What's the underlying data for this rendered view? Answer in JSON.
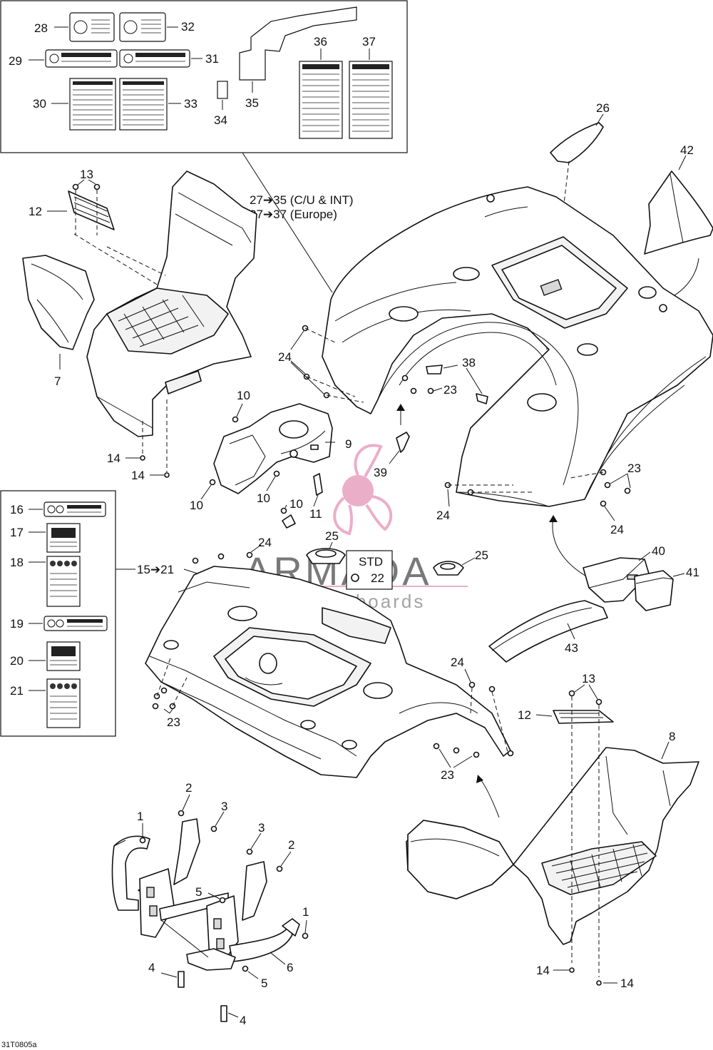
{
  "diagram": {
    "figure_code": "31T0805a",
    "watermark": {
      "brand": "ARMADA",
      "tagline": "marine outboards"
    },
    "notes": {
      "range_cu_int": "27➔35 (C/U & INT)",
      "range_europe": "27➔37 (Europe)",
      "decal_range": "15➔21",
      "std_box": "STD"
    },
    "callouts": {
      "c1a": "1",
      "c1b": "1",
      "c2a": "2",
      "c2b": "2",
      "c3a": "3",
      "c3b": "3",
      "c4a": "4",
      "c4b": "4",
      "c5a": "5",
      "c5b": "5",
      "c6": "6",
      "c7": "7",
      "c8": "8",
      "c9": "9",
      "c10a": "10",
      "c10b": "10",
      "c10c": "10",
      "c10d": "10",
      "c11": "11",
      "c12a": "12",
      "c12b": "12",
      "c13a": "13",
      "c13b": "13",
      "c14a": "14",
      "c14b": "14",
      "c14c": "14",
      "c14d": "14",
      "c16": "16",
      "c17": "17",
      "c18": "18",
      "c19": "19",
      "c20": "20",
      "c21": "21",
      "c22": "22",
      "c23a": "23",
      "c23b": "23",
      "c23c": "23",
      "c23d": "23",
      "c24a": "24",
      "c24b": "24",
      "c24c": "24",
      "c24d": "24",
      "c24e": "24",
      "c25a": "25",
      "c25b": "25",
      "c26": "26",
      "c28": "28",
      "c29": "29",
      "c30": "30",
      "c31": "31",
      "c32": "32",
      "c33": "33",
      "c34": "34",
      "c35": "35",
      "c36": "36",
      "c37": "37",
      "c38": "38",
      "c39": "39",
      "c40": "40",
      "c41": "41",
      "c42": "42",
      "c43": "43"
    }
  }
}
